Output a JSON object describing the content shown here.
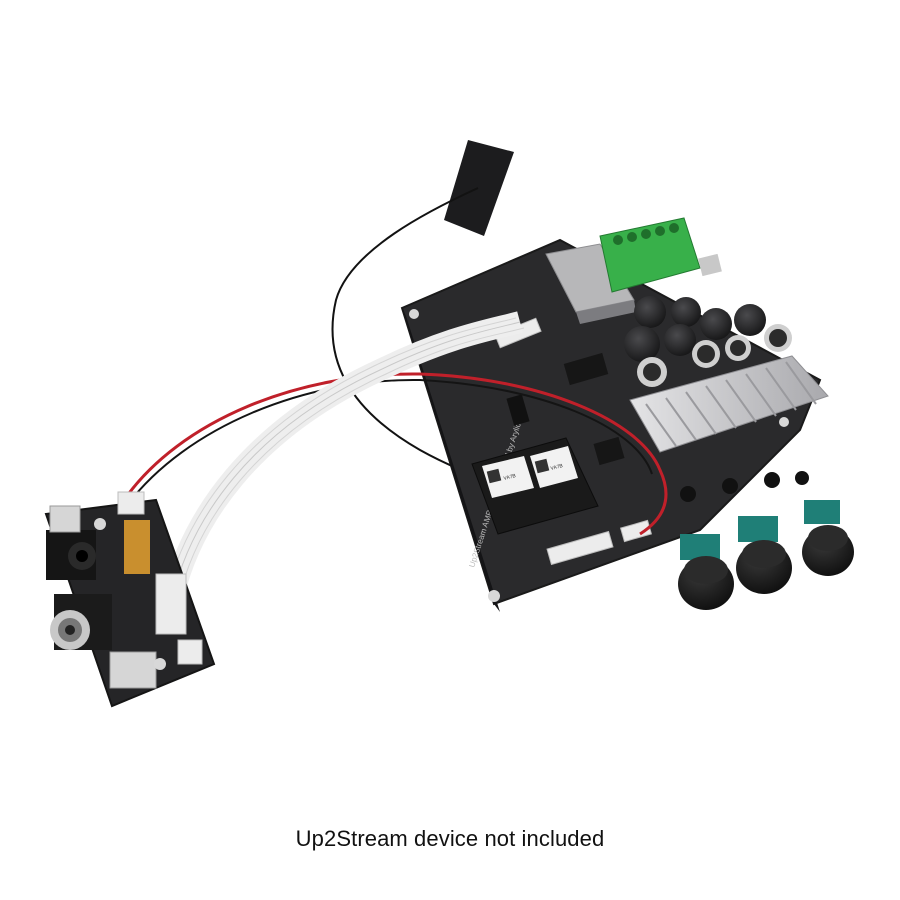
{
  "caption": "Up2Stream device not included",
  "silkscreen": {
    "board_label": "Up2Stream AMP 2.1 V3 designed by Arylic",
    "qr_label_a": "VA7B",
    "qr_label_b": "VA7B"
  },
  "colors": {
    "background": "#ffffff",
    "pcb": "#2a2a2c",
    "terminal_block": "#38b04a",
    "heatsink": "#c9c9cc",
    "knob": "#151515",
    "pot_base": "#1f7f77",
    "wire_red": "#c0202a",
    "ribbon": "#eeeeee"
  }
}
